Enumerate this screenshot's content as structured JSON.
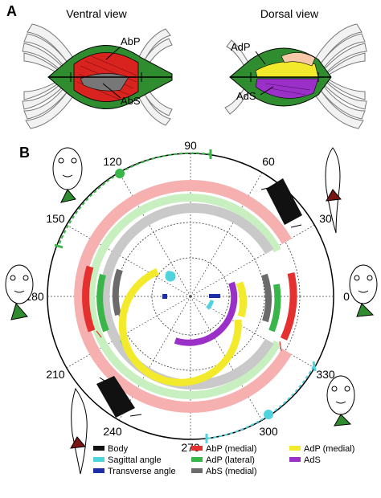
{
  "panels": {
    "a": {
      "letter": "A",
      "ventral_title": "Ventral view",
      "dorsal_title": "Dorsal view"
    },
    "b": {
      "letter": "B"
    }
  },
  "muscle_labels": {
    "abp": "AbP",
    "abs": "AbS",
    "adp": "AdP",
    "ads": "AdS"
  },
  "polar": {
    "angle_labels": [
      "90",
      "60",
      "30",
      "0",
      "330",
      "300",
      "270",
      "240",
      "210",
      "180",
      "150",
      "120"
    ],
    "angle_values": [
      90,
      60,
      30,
      0,
      330,
      300,
      270,
      240,
      210,
      180,
      150,
      120
    ]
  },
  "legend": [
    {
      "label": "Body",
      "color": "#111111"
    },
    {
      "label": "Sagittal angle",
      "color": "#4fd3dc"
    },
    {
      "label": "Transverse angle",
      "color": "#1c2fa8"
    },
    {
      "label": "AbP (medial)",
      "color": "#e53030"
    },
    {
      "label": "AdP (lateral)",
      "color": "#39b54a"
    },
    {
      "label": "AbS (medial)",
      "color": "#6b6b6b"
    },
    {
      "label": "AdP (medial)",
      "color": "#f2ea2a"
    },
    {
      "label": "AdS",
      "color": "#9b30c8"
    }
  ],
  "colors": {
    "abp": "#e53030",
    "adp": "#39b54a",
    "abs": "#6b6b6b",
    "adp_medial": "#f2ea2a",
    "ads": "#9b30c8",
    "body": "#111111",
    "sagittal": "#4fd3dc",
    "transverse": "#1c2fa8",
    "abp_light": "#f6b0b0",
    "adp_light": "#c8efbf",
    "abs_light": "#c9c9c9",
    "fin_ray": "#888888"
  },
  "icons": [
    "fish-icon",
    "fin-ray-icon"
  ]
}
